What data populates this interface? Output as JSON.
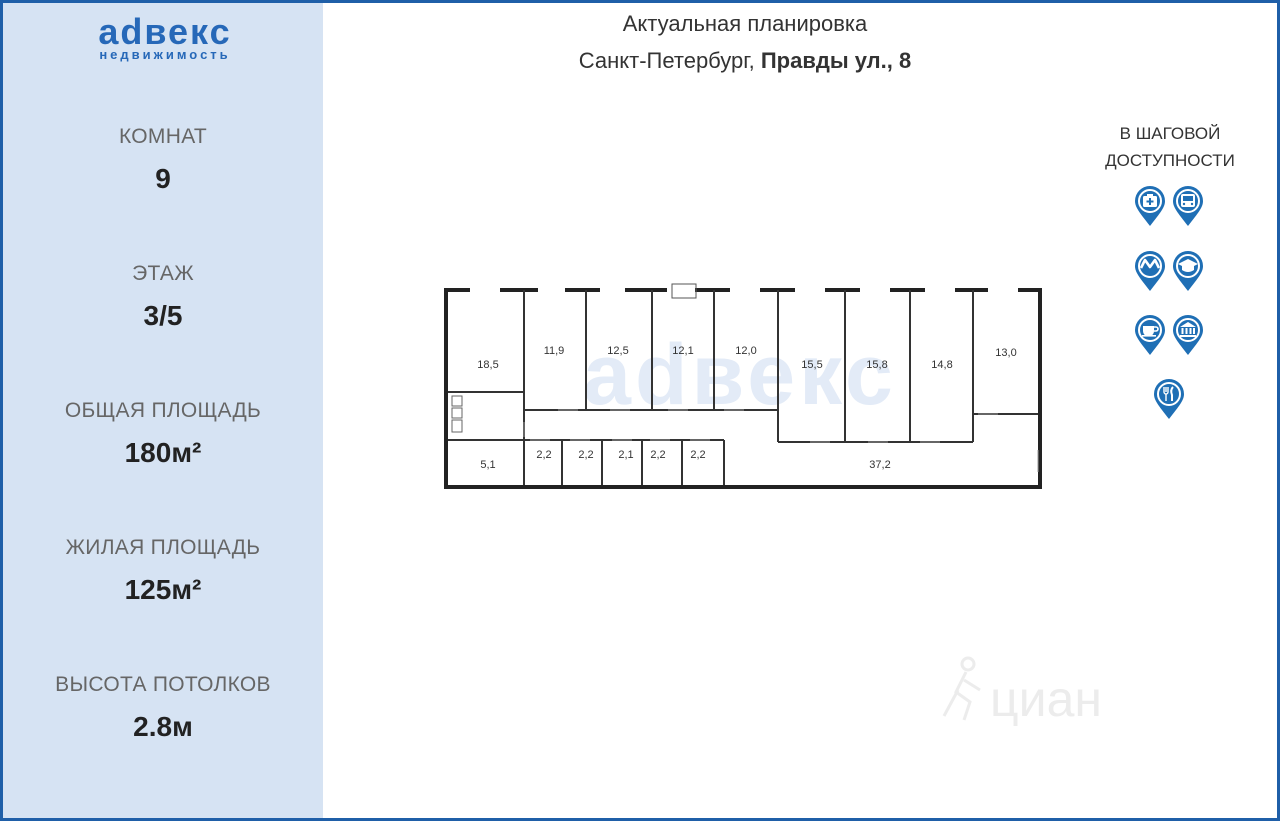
{
  "logo": {
    "brand": "аdвекс",
    "tagline": "недвижимость"
  },
  "stats": [
    {
      "label": "КОМНАТ",
      "value": "9"
    },
    {
      "label": "ЭТАЖ",
      "value": "3/5"
    },
    {
      "label": "ОБЩАЯ ПЛОЩАДЬ",
      "value": "180м²"
    },
    {
      "label": "ЖИЛАЯ ПЛОЩАДЬ",
      "value": "125м²"
    },
    {
      "label": "ВЫСОТА ПОТОЛКОВ",
      "value": "2.8м"
    }
  ],
  "header": {
    "title": "Актуальная планировка",
    "address_city": "Санкт-Петербург, ",
    "address_street": "Правды ул., 8"
  },
  "walk": {
    "title": "В ШАГОВОЙ ДОСТУПНОСТИ",
    "icons": [
      "medical-icon",
      "bus-icon",
      "metro-icon",
      "education-icon",
      "cafe-icon",
      "museum-icon",
      "restaurant-icon"
    ]
  },
  "colors": {
    "accent": "#1f5fa8",
    "sidebar": "#d6e3f3",
    "poi": "#1f6fb5"
  },
  "plan": {
    "rooms": [
      "18,5",
      "11,9",
      "12,5",
      "12,1",
      "12,0",
      "15,5",
      "15,8",
      "14,8",
      "13,0",
      "5,1",
      "2,2",
      "2,2",
      "2,1",
      "2,2",
      "2,2",
      "37,2"
    ],
    "watermark": "аdвекс"
  },
  "cian": {
    "text": "циан"
  }
}
